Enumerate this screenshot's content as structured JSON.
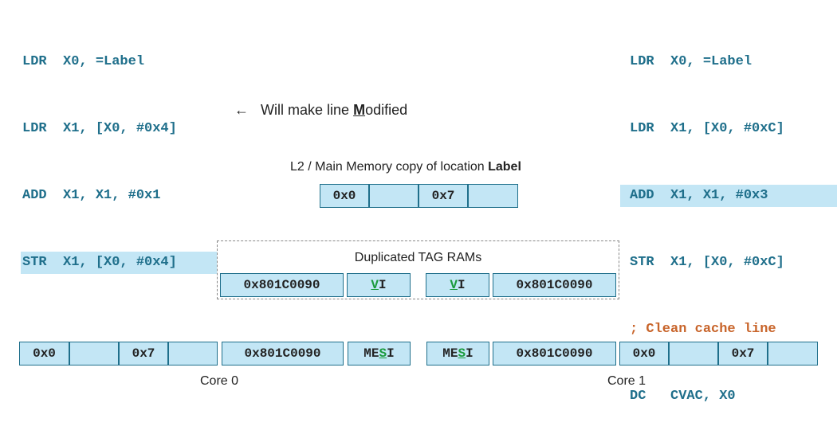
{
  "core0_code": {
    "lines": [
      "LDR  X0, =Label",
      "LDR  X1, [X0, #0x4]",
      "ADD  X1, X1, #0x1",
      "STR  X1, [X0, #0x4]"
    ]
  },
  "note": {
    "arrow": "←",
    "prefix": "Will make line ",
    "emph": "M",
    "suffix": "odified"
  },
  "core1_code": {
    "lines": [
      "LDR  X0, =Label",
      "LDR  X1, [X0, #0xC]",
      "ADD  X1, X1, #0x3",
      "STR  X1, [X0, #0xC]",
      "; Clean cache line",
      "DC   CVAC, X0"
    ]
  },
  "memory": {
    "caption_prefix": "L2 / Main Memory copy of location ",
    "caption_bold": "Label",
    "cells": [
      "0x0",
      "",
      "0x7",
      ""
    ]
  },
  "tag_rams": {
    "title": "Duplicated TAG RAMs",
    "left_tag": "0x801C0090",
    "left_state_v": "V",
    "left_state_i": "I",
    "right_state_v": "V",
    "right_state_i": "I",
    "right_tag": "0x801C0090"
  },
  "core0": {
    "label": "Core 0",
    "data": [
      "0x0",
      "",
      "0x7",
      ""
    ],
    "tag": "0x801C0090",
    "mesi": {
      "pre": "ME",
      "hl": "S",
      "post": "I"
    }
  },
  "core1": {
    "label": "Core 1",
    "data": [
      "0x0",
      "",
      "0x7",
      ""
    ],
    "tag": "0x801C0090",
    "mesi": {
      "pre": "ME",
      "hl": "S",
      "post": "I"
    }
  },
  "colors": {
    "code": "#1f6f8b",
    "cell_fill": "#c3e6f5",
    "comment": "#c8642a",
    "highlight_state": "#1a9a3c"
  }
}
